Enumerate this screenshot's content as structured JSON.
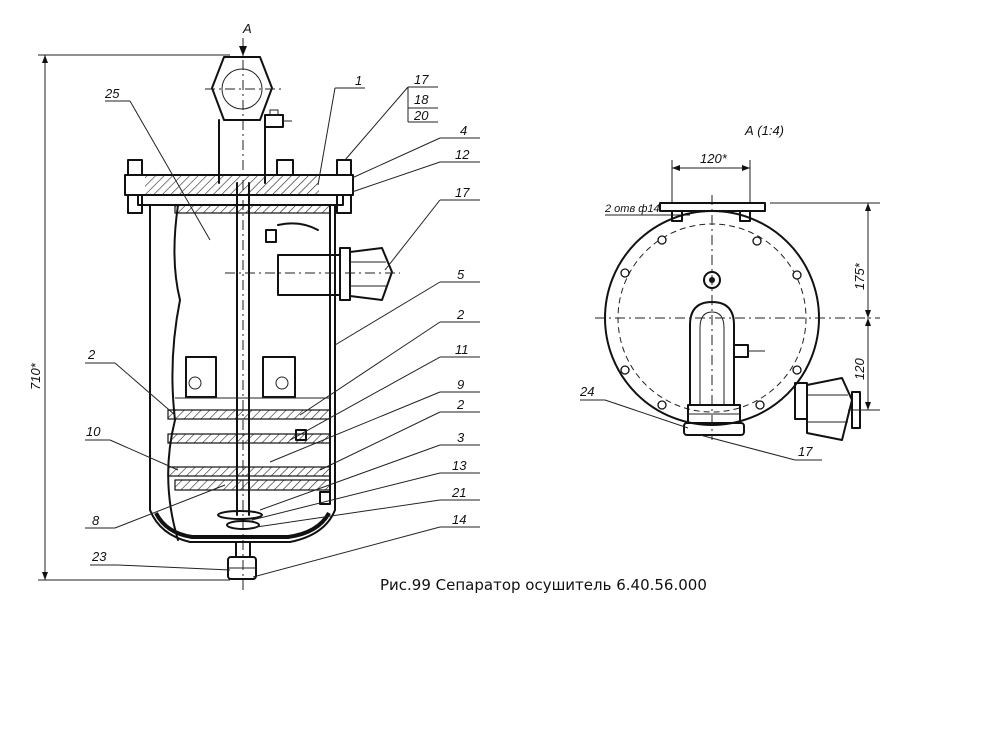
{
  "caption": "Рис.99 Сепаратор осушитель 6.40.56.000",
  "section_mark": "А",
  "view_title": "А (1:4)",
  "dimensions": {
    "overall_height": "710*",
    "flange_width": "120*",
    "holes_note": "2 отв ф14",
    "offset_175": "175*",
    "offset_120": "120"
  },
  "callouts": {
    "c25": "25",
    "c1": "1",
    "c17": "17",
    "c18": "18",
    "c20": "20",
    "c4": "4",
    "c12": "12",
    "c17b": "17",
    "c5": "5",
    "c2a": "2",
    "c2b": "2",
    "c11": "11",
    "c9": "9",
    "c2c": "2",
    "c10": "10",
    "c3": "3",
    "c13": "13",
    "c21": "21",
    "c8": "8",
    "c14": "14",
    "c23": "23",
    "c24": "24",
    "c17c": "17"
  }
}
